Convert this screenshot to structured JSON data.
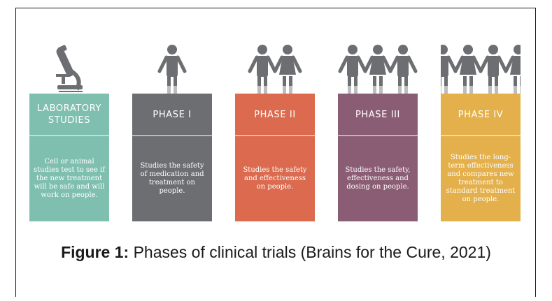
{
  "colors": {
    "figure_gray": "#6d6e71",
    "leg_gray": "#bdbdbf",
    "lab": "#7fbfb0",
    "phase1": "#6d6e71",
    "phase2": "#db6a4e",
    "phase3": "#8a5d74",
    "phase4": "#e3b04b"
  },
  "phases": [
    {
      "icon": "microscope-icon",
      "title_line1": "LABORATORY",
      "title_line2": "STUDIES",
      "description": "Cell or animal studies test to see if the new treatment will be safe and will work on people.",
      "people": 0
    },
    {
      "icon": "person-icon",
      "title_line1": "PHASE I",
      "title_line2": "",
      "description": "Studies the safety of medication and treatment on people.",
      "people": 1
    },
    {
      "icon": "person-icon",
      "title_line1": "PHASE II",
      "title_line2": "",
      "description": "Studies the safety and effectiveness on people.",
      "people": 2
    },
    {
      "icon": "person-icon",
      "title_line1": "PHASE III",
      "title_line2": "",
      "description": "Studies the safety, effectiveness and dosing on people.",
      "people": 3
    },
    {
      "icon": "person-icon",
      "title_line1": "PHASE IV",
      "title_line2": "",
      "description": "Studies the long-term effectiveness and compares new treatment to standard treatment on people.",
      "people": 4
    }
  ],
  "caption": {
    "label": "Figure 1:",
    "text": " Phases of clinical trials (Brains for the Cure, 2021)"
  }
}
